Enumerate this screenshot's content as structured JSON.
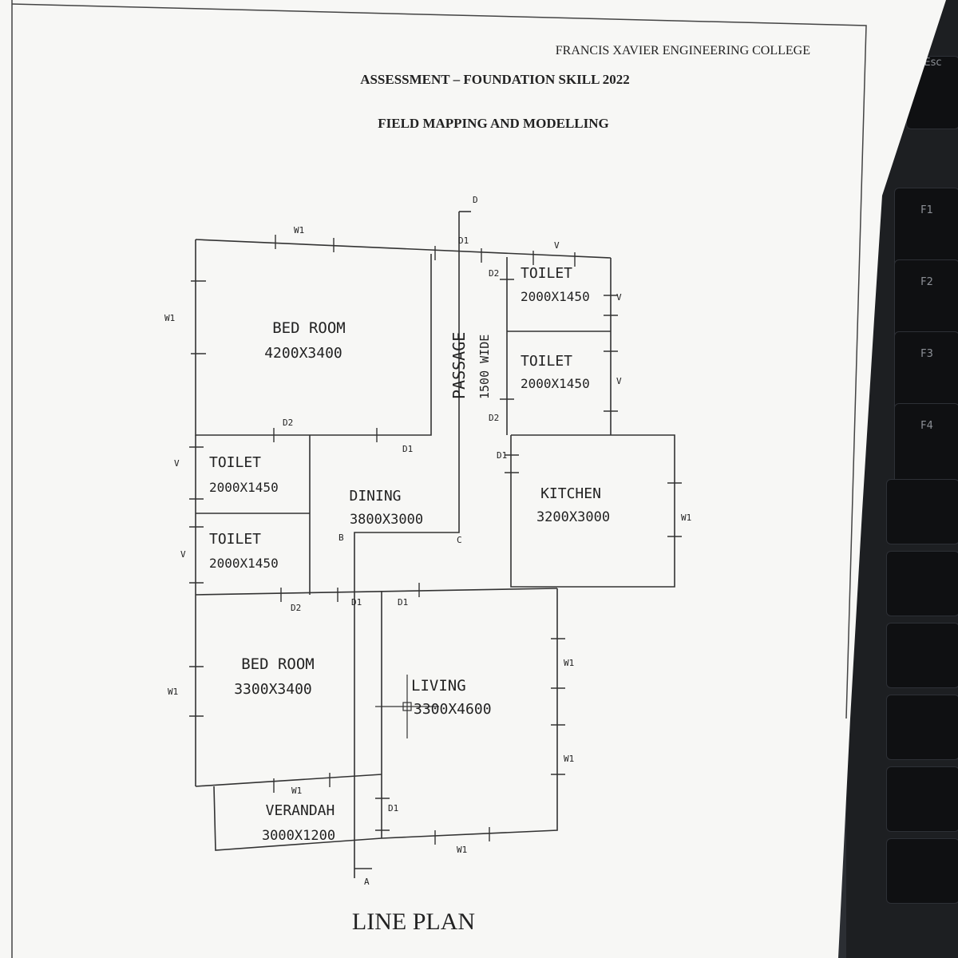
{
  "header": {
    "college": "FRANCIS XAVIER ENGINEERING COLLEGE",
    "assessment": "ASSESSMENT – FOUNDATION SKILL  2022",
    "subject": "FIELD MAPPING AND MODELLING"
  },
  "footer": {
    "title": "LINE PLAN"
  },
  "rooms": {
    "bed1": {
      "name": "BED ROOM",
      "size": "4200X3400"
    },
    "toilet_tr1": {
      "name": "TOILET",
      "size": "2000X1450"
    },
    "toilet_tr2": {
      "name": "TOILET",
      "size": "2000X1450"
    },
    "toilet_l1": {
      "name": "TOILET",
      "size": "2000X1450"
    },
    "toilet_l2": {
      "name": "TOILET",
      "size": "2000X1450"
    },
    "dining": {
      "name": "DINING",
      "size": "3800X3000"
    },
    "kitchen": {
      "name": "KITCHEN",
      "size": "3200X3000"
    },
    "bed2": {
      "name": "BED ROOM",
      "size": "3300X3400"
    },
    "living": {
      "name": "LIVING",
      "size": "3300X4600"
    },
    "verandah": {
      "name": "VERANDAH",
      "size": "3000X1200"
    },
    "passage": {
      "name": "PASSAGE",
      "width": "1500 WIDE"
    }
  },
  "labels": {
    "d1": "D1",
    "d2": "D2",
    "w1": "W1",
    "v": "V",
    "sec_a": "A",
    "sec_b": "B",
    "sec_c": "C",
    "sec_d": "D"
  },
  "keyboard": {
    "esc": "Esc",
    "f1": "F1",
    "f2": "F2",
    "f3": "F3",
    "f4": "F4"
  }
}
